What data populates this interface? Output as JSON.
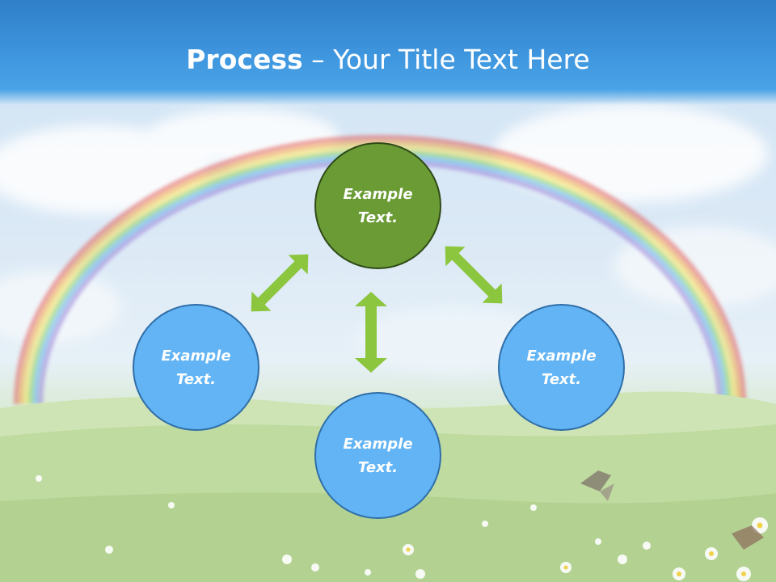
{
  "title": {
    "bold": "Process",
    "rest": " – Your Title Text Here"
  },
  "nodes": {
    "top": "Example Text.",
    "left": "Example Text.",
    "bottom": "Example Text.",
    "right": "Example Text."
  },
  "colors": {
    "header": "#3a8fd8",
    "center_node": "#6a9b35",
    "process_node": "#62b4f5",
    "arrow": "#8cc63f"
  }
}
